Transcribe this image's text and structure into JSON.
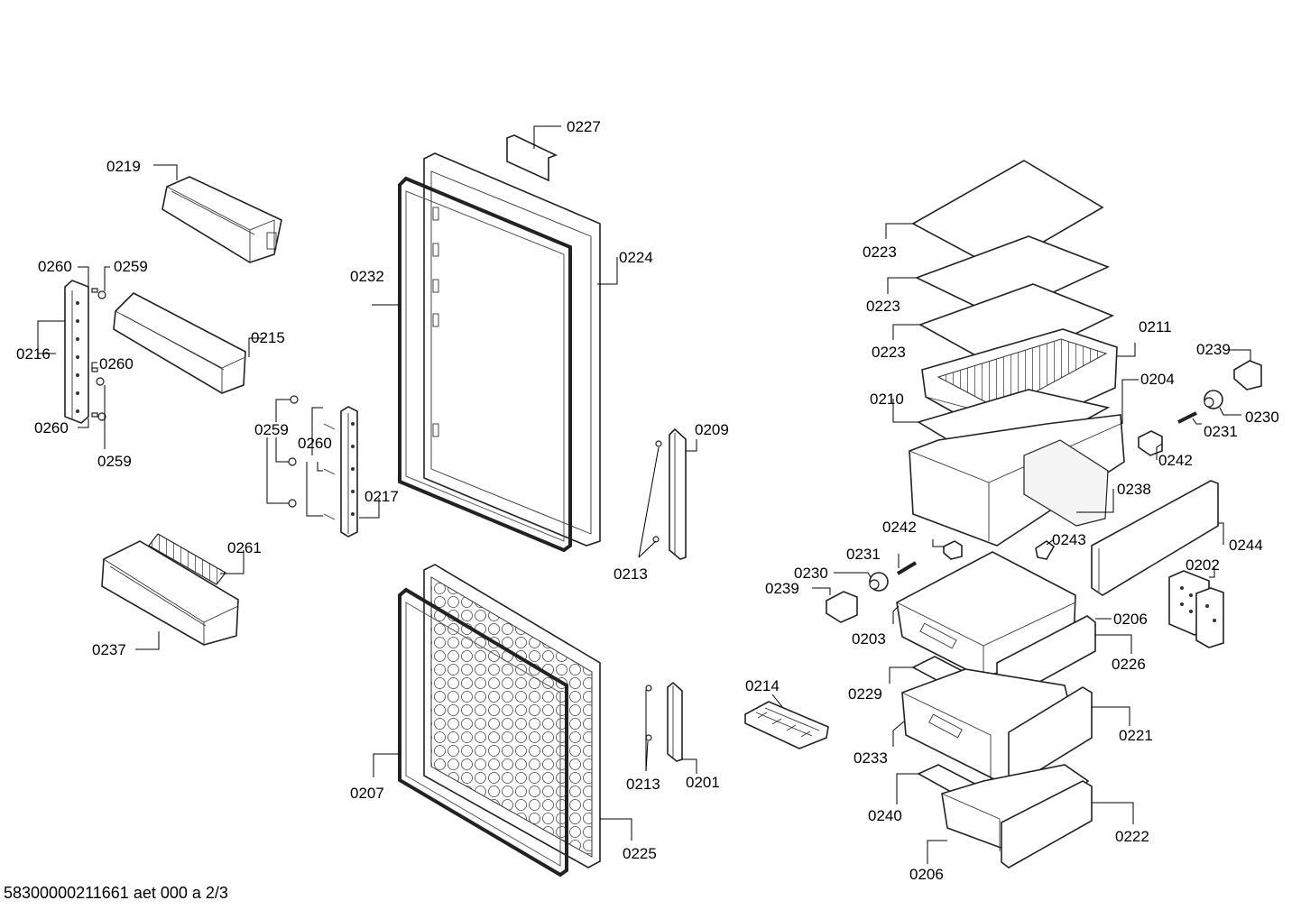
{
  "footer": {
    "drawing_id": "58300000211661 aet 000 a 2/3"
  },
  "labels": {
    "p0227": "0227",
    "p0219": "0219",
    "p0224": "0224",
    "p0232": "0232",
    "p0260a": "0260",
    "p0259a": "0259",
    "p0216": "0216",
    "p0215": "0215",
    "p0260b": "0260",
    "p0260c": "0260",
    "p0259b": "0259",
    "p0259c": "0259",
    "p0260d": "0260",
    "p0217": "0217",
    "p0261": "0261",
    "p0237": "0237",
    "p0209": "0209",
    "p0213a": "0213",
    "p0213b": "0213",
    "p0201": "0201",
    "p0207": "0207",
    "p0225": "0225",
    "p0214": "0214",
    "p0223a": "0223",
    "p0223b": "0223",
    "p0223c": "0223",
    "p0211": "0211",
    "p0239a": "0239",
    "p0204": "0204",
    "p0230a": "0230",
    "p0231a": "0231",
    "p0210": "0210",
    "p0242a": "0242",
    "p0238": "0238",
    "p0242b": "0242",
    "p0243": "0243",
    "p0244": "0244",
    "p0231b": "0231",
    "p0230b": "0230",
    "p0202": "0202",
    "p0239b": "0239",
    "p0203": "0203",
    "p0206a": "0206",
    "p0226": "0226",
    "p0229": "0229",
    "p0221": "0221",
    "p0233": "0233",
    "p0240": "0240",
    "p0222": "0222",
    "p0206b": "0206"
  }
}
